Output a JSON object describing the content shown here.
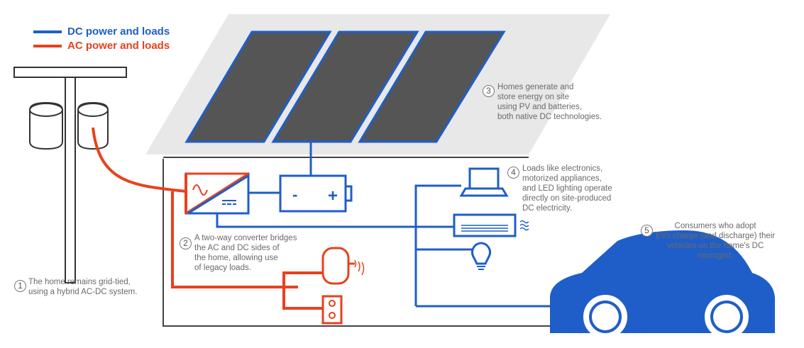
{
  "legend": {
    "dc_label": "DC power and loads",
    "ac_label": "AC power and loads",
    "dc_color": "#1f5ec8",
    "ac_color": "#e8411e"
  },
  "converter": {
    "minus_label": "-",
    "plus_label": "+"
  },
  "callouts": [
    {
      "number": "1",
      "lines": [
        "The home remains grid-tied,",
        "using a hybrid AC-DC system."
      ]
    },
    {
      "number": "2",
      "lines": [
        "A two-way converter bridges",
        "the AC and DC sides of",
        "the home, allowing use",
        "of legacy loads."
      ]
    },
    {
      "number": "3",
      "lines": [
        "Homes generate and",
        "store energy on site",
        "using PV and batteries,",
        "both native DC technologies."
      ]
    },
    {
      "number": "4",
      "lines": [
        "Loads like electronics,",
        "motorized appliances,",
        "and LED lighting operate",
        "directly on site-produced",
        "DC electricity."
      ]
    },
    {
      "number": "5",
      "lines": [
        "Consumers who adopt",
        "EVs charge (and discharge) their",
        "vehicles on the home's DC",
        "microgrid."
      ]
    }
  ],
  "icons": {
    "pole": "utility-pole-icon",
    "transformer": "transformer-icon",
    "solar": "solar-panel-icon",
    "converter": "ac-dc-converter-icon",
    "battery": "battery-icon",
    "laptop": "laptop-icon",
    "ac_unit": "air-conditioner-icon",
    "bulb": "led-bulb-icon",
    "heater": "water-heater-icon",
    "outlet": "wall-outlet-icon",
    "car": "electric-car-icon"
  }
}
